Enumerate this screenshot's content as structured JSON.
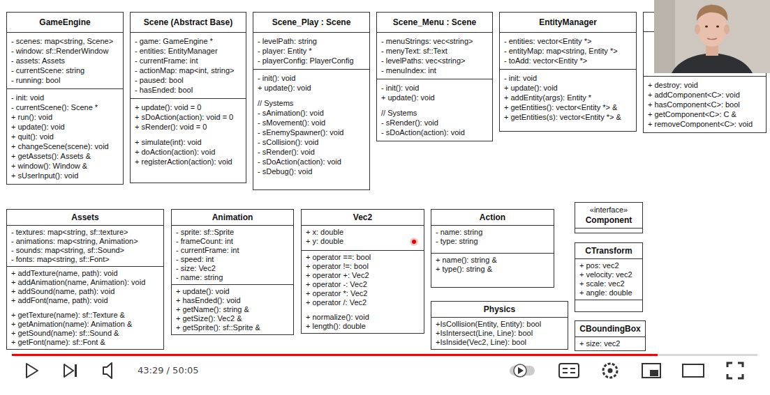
{
  "diagram": {
    "nodes": [
      {
        "text": [
          "GameEngine",
          "- scenes: map<string, Scene>",
          "- window: sf::RenderWindow",
          "- assets: Assets",
          "- currentScene: string",
          "- running: bool",
          "- init: void",
          "- currentScene(): Scene *",
          "+ run(): void",
          "+ update(): void",
          "+ quit(): void",
          "+ changeScene(scene): void",
          "+ getAssets(): Assets &",
          "+ window(): Window &",
          "+ sUserInput(): void"
        ]
      },
      {
        "text": [
          "Scene (Abstract Base)",
          "- game: GameEngine *",
          "- entities: EntityManager",
          "- currentFrame: int",
          "- actionMap: map<int, string>",
          "- paused: bool",
          "- hasEnded: bool",
          "+ update(): void = 0",
          "+ sDoAction(action): void = 0",
          "+ sRender(): void = 0",
          "+ simulate(int): void",
          "+ doAction(action): void",
          "+ registerAction(action): void"
        ]
      },
      {
        "text": [
          "Scene_Play : Scene",
          "- levelPath: string",
          "- player: Entity *",
          "- playerConfig: PlayerConfig",
          "- init(): void",
          "+ update(): void",
          "// Systems",
          "- sAnimation(): void",
          "- sMovement(): void",
          "- sEnemySpawner(): void",
          "- sCollision(): void",
          "- sRender(): void",
          "- sDoAction(action): void",
          "- sDebug(): void"
        ]
      },
      {
        "text": [
          "Scene_Menu : Scene",
          "- menuStrings: vec<string>",
          "- menyText: sf::Text",
          "- levelPaths: vec<string>",
          "- menuIndex: int",
          "- init(): void",
          "+ update(): void",
          "// Systems",
          "- sRender(): void",
          "- sDoAction(action): void"
        ]
      },
      {
        "text": [
          "EntityManager",
          "- entities: vector<Entity *>",
          "- entityMap: map<string, Entity *>",
          "- toAdd: vector<Entity *>",
          "- init: void",
          "+ update(): void",
          "+ addEntity(args): Entity *",
          "+ getEntities(): vector<Entity *> &",
          "+ getEntities(s): vector<Entity *> &"
        ]
      },
      {
        "text": [
          "+ destroy: void",
          "+ addComponent<C>: void",
          "+ hasComponent<C>: bool",
          "+ getComponent<C>: C &",
          "+ removeComponent<C>: void"
        ]
      },
      {
        "text": [
          "Assets",
          "- textures: map<string, sf::texture>",
          "- animations: map<string, Animation>",
          "- sounds: map<string, sf::Sound>",
          "- fonts: map<string, sf::Font>",
          "+ addTexture(name, path): void",
          "+ addAnimation(name, Animation): void",
          "+ addSound(name, path): void",
          "+ addFont(name, path): void",
          "+ getTexture(name): sf::Texture &",
          "+ getAnimation(name): Animation &",
          "+ getSound(name): sf::Sound &",
          "+ getFont(name): sf::Font &"
        ]
      },
      {
        "text": [
          "Animation",
          "- sprite: sf::Sprite",
          "- frameCount: int",
          "- currentFrame: int",
          "- speed: int",
          "- size: Vec2",
          "- name: string",
          "+ update(): void",
          "+ hasEnded(): void",
          "+ getName(): string &",
          "+ getSize(): Vec2 &",
          "+ getSprite(): sf::Sprite &"
        ]
      },
      {
        "text": [
          "Vec2",
          "+ x: double",
          "+ y: double",
          "+ operator ==: bool",
          "+ operator !=: bool",
          "+ operator +: Vec2",
          "+ operator -: Vec2",
          "+ operator *: Vec2",
          "+ operator /: Vec2",
          "+ normalize(): void",
          "+ length(): double"
        ]
      },
      {
        "text": [
          "Action",
          "- name: string",
          "- type: string",
          "+ name(): string &",
          "+ type(): string &"
        ]
      },
      {
        "text": [
          "Physics",
          "+IsCollision(Entity, Entity): bool",
          "+IsIntersect(Line, Line): bool",
          "+IsInside(Vec2, Line): bool"
        ]
      },
      {
        "text": [
          "«interface»",
          "Component"
        ]
      },
      {
        "text": [
          "CTransform",
          "+ pos: vec2",
          "+ velocity: vec2",
          "+ scale: vec2",
          "+ angle: double"
        ]
      },
      {
        "text": [
          "CBoundingBox",
          "+ size: vec2"
        ]
      }
    ],
    "labels": [
      "43:29 / 50:05"
    ]
  }
}
